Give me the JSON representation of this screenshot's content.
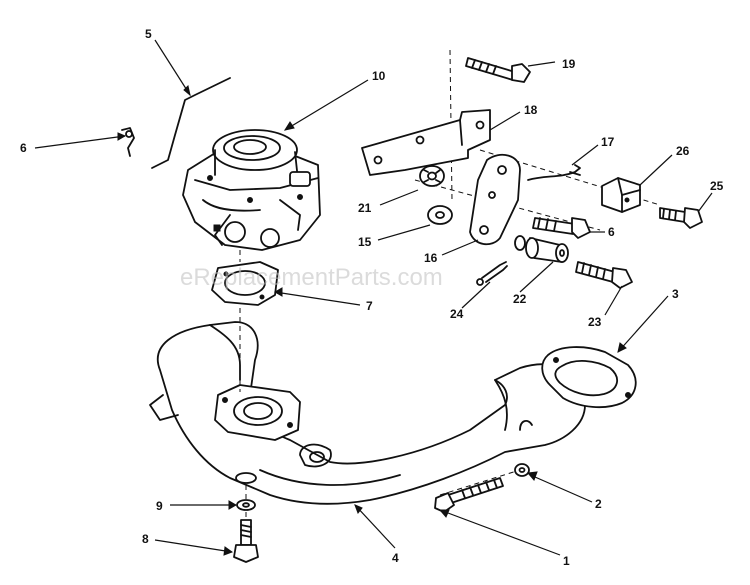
{
  "watermark": "eReplacementParts.com",
  "callouts": {
    "c1": "1",
    "c2": "2",
    "c3": "3",
    "c4": "4",
    "c5": "5",
    "c6a": "6",
    "c6b": "6",
    "c7": "7",
    "c8": "8",
    "c9": "9",
    "c10": "10",
    "c15": "15",
    "c16": "16",
    "c17": "17",
    "c18": "18",
    "c19": "19",
    "c21": "21",
    "c22": "22",
    "c23": "23",
    "c24": "24",
    "c25": "25",
    "c26": "26"
  }
}
